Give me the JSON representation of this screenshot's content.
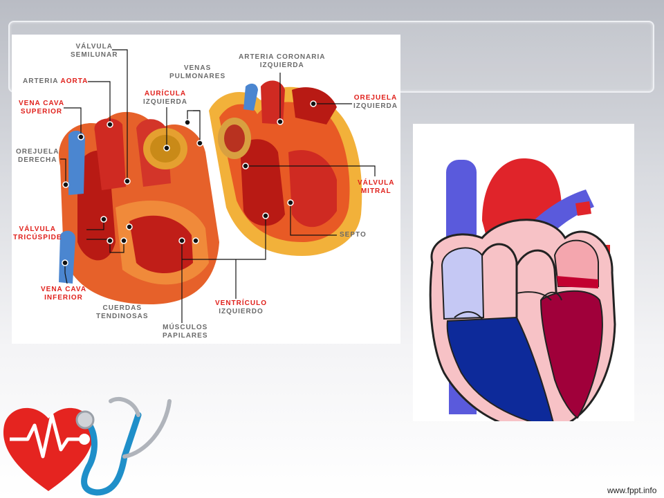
{
  "labels": {
    "valvula_semilunar": [
      "VÁLVULA",
      "SEMILUNAR"
    ],
    "arteria_aorta": {
      "prefix": "ARTERIA ",
      "highlight": "AORTA"
    },
    "vena_cava_superior": [
      "VENA CAVA",
      "SUPERIOR"
    ],
    "orejuela_derecha": [
      "OREJUELA",
      "DERECHA"
    ],
    "valvula_tricuspide": [
      "VÁLVULA",
      "TRICÚSPIDE"
    ],
    "vena_cava_inferior": [
      "VENA CAVA",
      "INFERIOR"
    ],
    "cuerdas_tendinosas": [
      "CUERDAS",
      "TENDINOSAS"
    ],
    "musculos_papilares": [
      "MÚSCULOS",
      "PAPILARES"
    ],
    "ventriculo_izquierdo": [
      "VENTRÍCULO",
      "IZQUIERDO"
    ],
    "septo": "SEPTO",
    "valvula_mitral": [
      "VÁLVULA",
      "MITRAL"
    ],
    "orejuela_izquierda": [
      "OREJUELA",
      "IZQUIERDA"
    ],
    "arteria_coronaria_izquierda": [
      "ARTERIA CORONARIA",
      "IZQUIERDA"
    ],
    "venas_pulmonares": [
      "VENAS",
      "PULMONARES"
    ],
    "auricula_izquierda": [
      "AURÍCULA",
      "IZQUIERDA"
    ]
  },
  "footer": {
    "url": "www.fppt.info"
  },
  "colors": {
    "label_red": "#e0201b",
    "label_gray": "#6a6a6a",
    "heart_red": "#d9241f",
    "vein_blue": "#5a5adc",
    "deep_blue": "#0d2a9a",
    "dark_red": "#a0003a",
    "pink": "#f7c2c6"
  }
}
